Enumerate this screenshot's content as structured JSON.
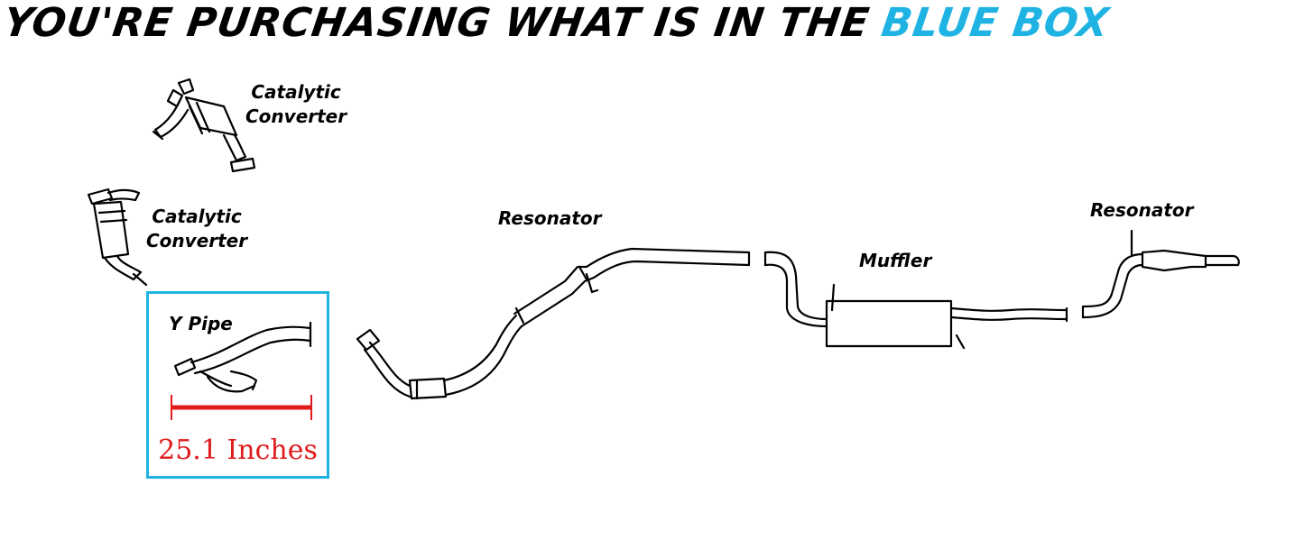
{
  "headline": {
    "prefix": "YOU'RE PURCHASING WHAT IS IN THE",
    "highlight": "BLUE BOX"
  },
  "colors": {
    "accent": "#1fb3e4",
    "measure": "#e01b1b",
    "ink": "#000000"
  },
  "parts": {
    "cat_converter_upper": {
      "line1": "Catalytic",
      "line2": "Converter"
    },
    "cat_converter_lower": {
      "line1": "Catalytic",
      "line2": "Converter"
    },
    "y_pipe": "Y Pipe",
    "resonator_front": "Resonator",
    "muffler": "Muffler",
    "resonator_rear": "Resonator"
  },
  "measurement": {
    "value": "25.1 Inches"
  }
}
